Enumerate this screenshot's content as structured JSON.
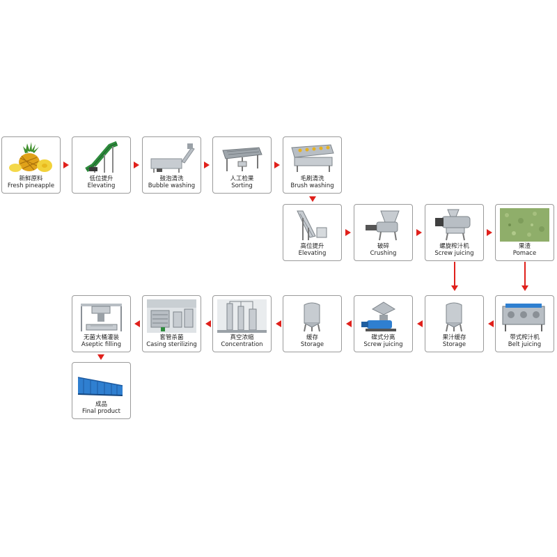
{
  "colors": {
    "arrow": "#e0201b",
    "border": "#9a9a9a",
    "steel": "#b8bec4",
    "green": "#2e8b3d",
    "blue": "#2f7fd0"
  },
  "steps": [
    {
      "zh": "新鲜原料",
      "en": "Fresh pineapple",
      "icon": "pineapple-icon"
    },
    {
      "zh": "低位提升",
      "en": "Elevating",
      "icon": "conveyor-icon"
    },
    {
      "zh": "鼓泡清洗",
      "en": "Bubble washing",
      "icon": "bubble-washer-icon"
    },
    {
      "zh": "人工检果",
      "en": "Sorting",
      "icon": "sorting-table-icon"
    },
    {
      "zh": "毛刷清洗",
      "en": "Brush washing",
      "icon": "brush-washer-icon"
    },
    {
      "zh": "高位提升",
      "en": "Elevating",
      "icon": "elevator-icon"
    },
    {
      "zh": "破碎",
      "en": "Crushing",
      "icon": "crusher-icon"
    },
    {
      "zh": "螺旋榨汁机",
      "en": "Screw juicing",
      "icon": "screw-juicer-icon"
    },
    {
      "zh": "果渣",
      "en": "Pomace",
      "icon": "pomace-icon"
    },
    {
      "zh": "带式榨汁机",
      "en": "Belt juicing",
      "icon": "belt-press-icon"
    },
    {
      "zh": "果汁缓存",
      "en": "Storage",
      "icon": "tank-icon"
    },
    {
      "zh": "碟式分离",
      "en": "Screw juicing",
      "icon": "separator-icon"
    },
    {
      "zh": "缓存",
      "en": "Storage",
      "icon": "tank-icon"
    },
    {
      "zh": "真空浓缩",
      "en": "Concentration",
      "icon": "evaporator-icon"
    },
    {
      "zh": "套管杀菌",
      "en": "Casing sterilizing",
      "icon": "sterilizer-icon"
    },
    {
      "zh": "无菌大桶灌装",
      "en": "Aseptic filling",
      "icon": "filler-icon"
    },
    {
      "zh": "成品",
      "en": "Final product",
      "icon": "drums-icon"
    }
  ]
}
